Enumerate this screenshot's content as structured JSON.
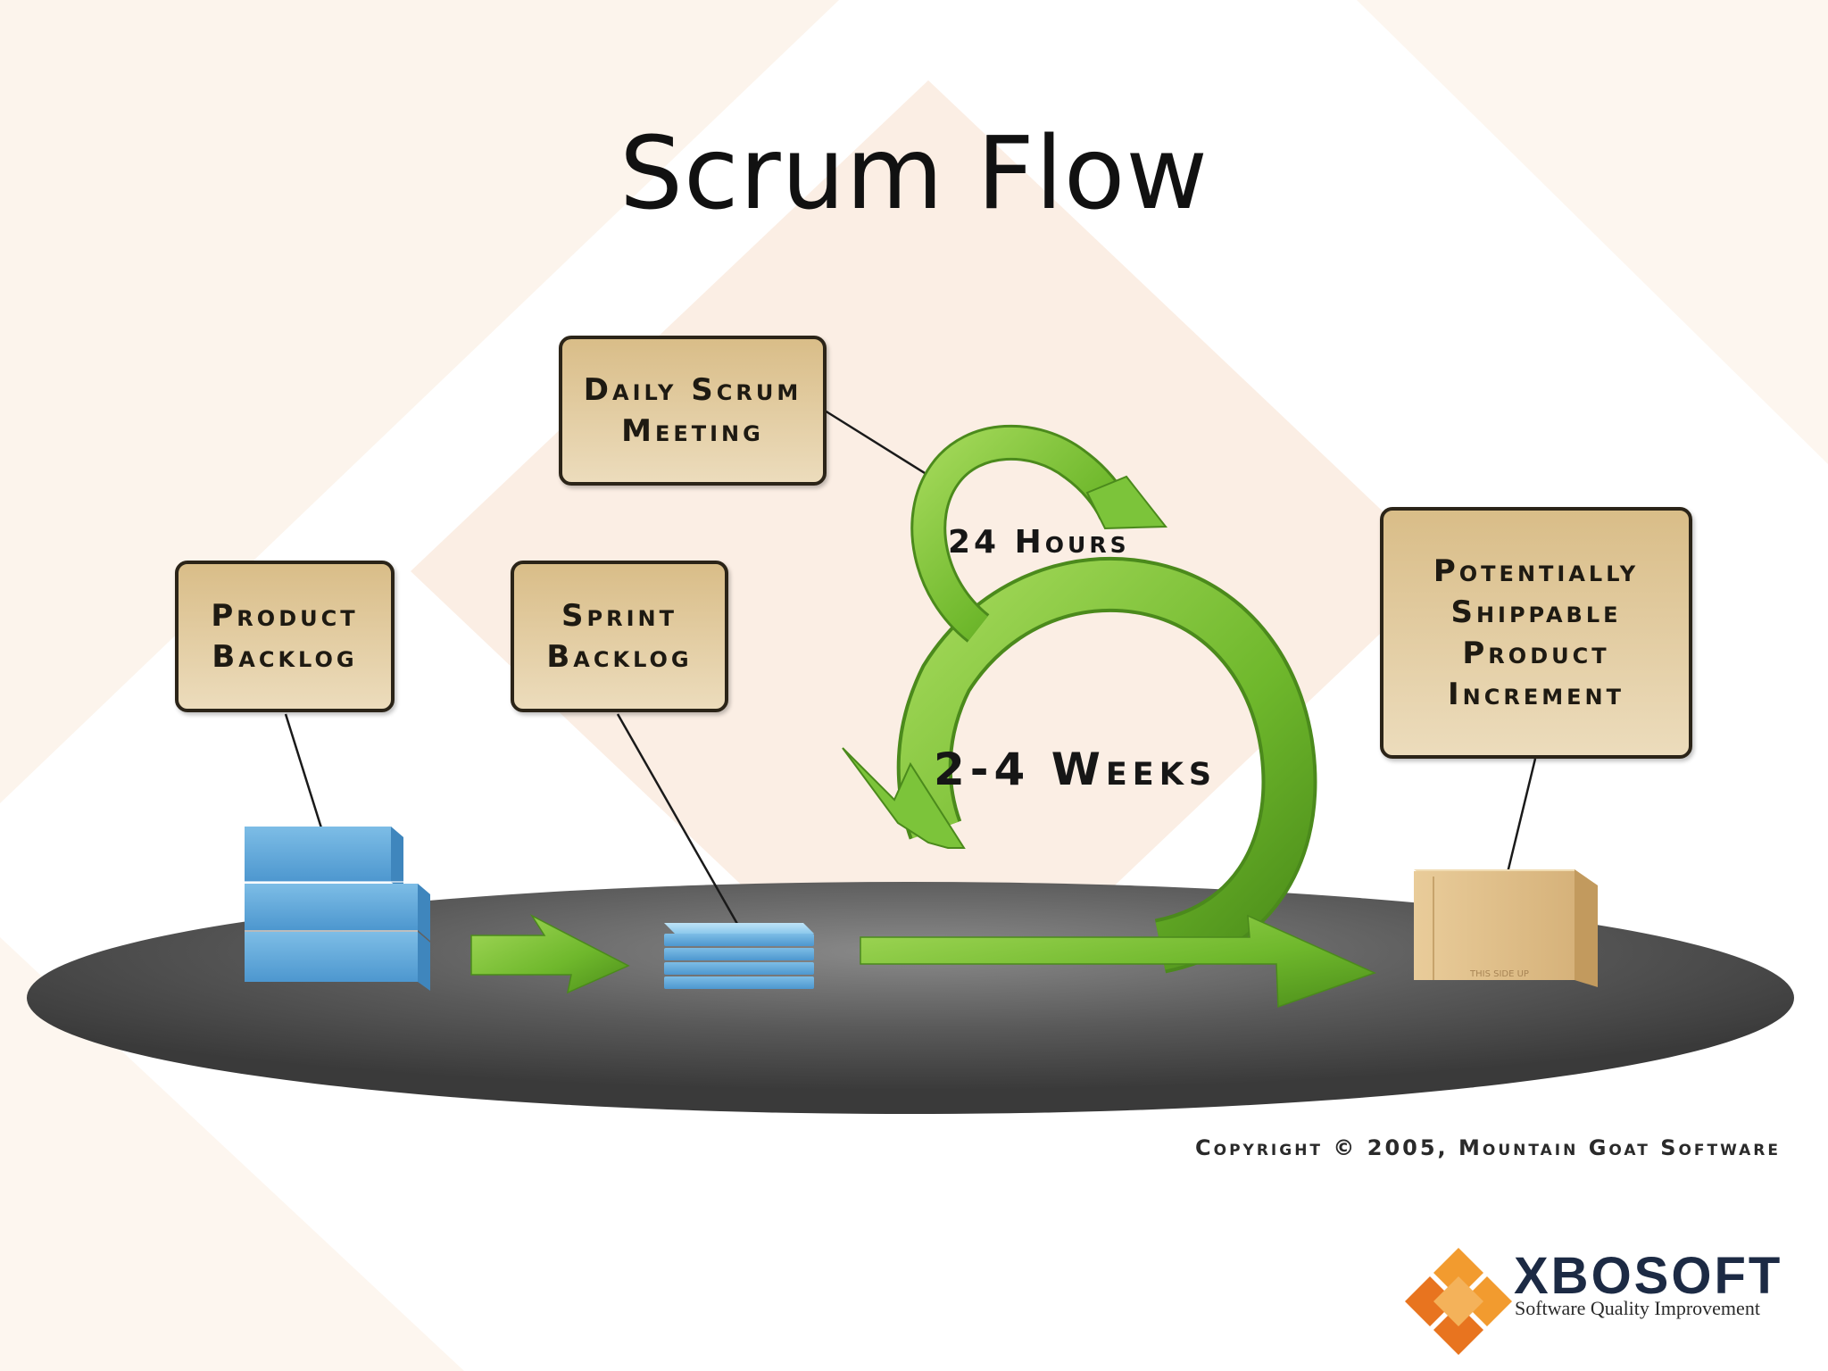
{
  "slide": {
    "title": "Scrum Flow"
  },
  "callouts": {
    "daily_scrum": [
      "Daily Scrum",
      "Meeting"
    ],
    "product_backlog": [
      "Product",
      "Backlog"
    ],
    "sprint_backlog": [
      "Sprint",
      "Backlog"
    ],
    "increment": [
      "Potentially",
      "Shippable",
      "Product",
      "Increment"
    ]
  },
  "loop_labels": {
    "daily": "24 Hours",
    "sprint": "2-4 Weeks"
  },
  "copyright": "Copyright © 2005, Mountain Goat Software",
  "box_stamp": "THIS SIDE UP",
  "logo": {
    "name": "XBOSOFT",
    "tagline": "Software Quality Improvement"
  },
  "colors": {
    "arrow_green": "#7dc63a",
    "callout_fill": "#e3cb9c",
    "platform": "#5e5e5e",
    "backlog_blue": "#8cc8ec",
    "box_tan": "#e3c592",
    "logo_orange": "#f0882a"
  },
  "icons": [
    "product-backlog-stack-icon",
    "sprint-backlog-stack-icon",
    "shipping-box-icon",
    "xbosoft-diamond-logo-icon"
  ]
}
